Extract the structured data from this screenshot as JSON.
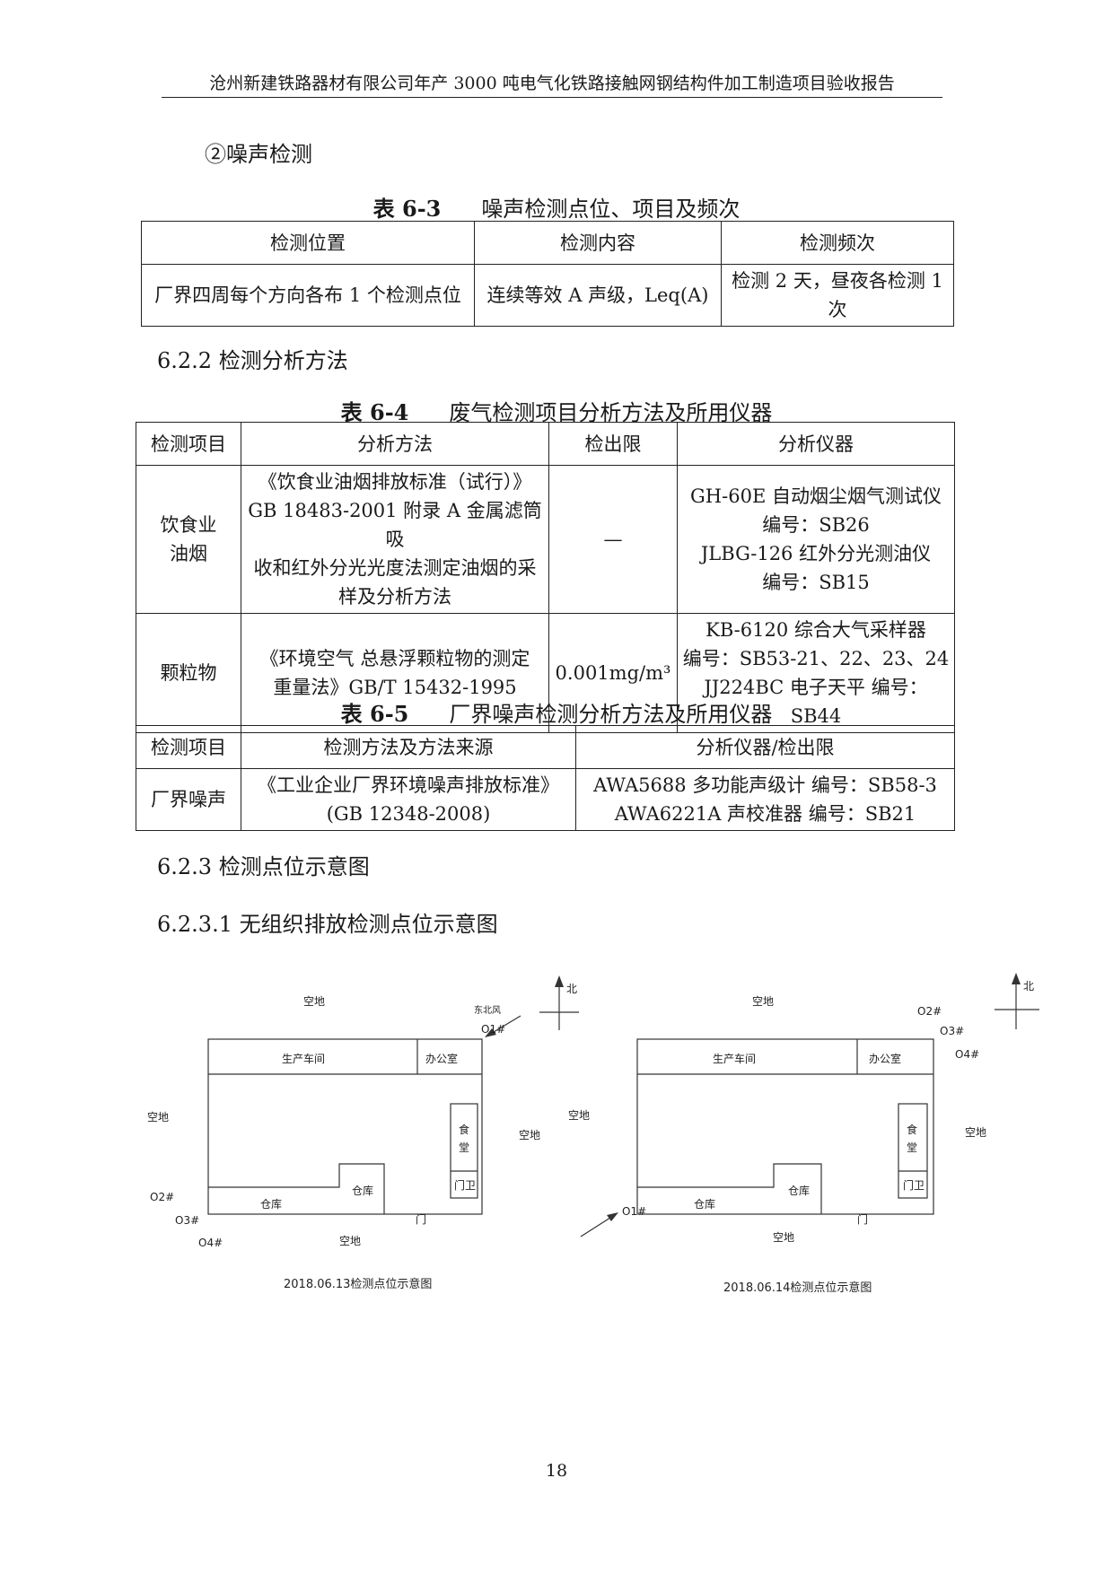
{
  "header": {
    "title": "沧州新建铁路器材有限公司年产 3000 吨电气化铁路接触网钢结构件加工制造项目验收报告"
  },
  "section_noise": {
    "title": "②噪声检测"
  },
  "table_6_3": {
    "number": "表 6-3",
    "name": "噪声检测点位、项目及频次",
    "headers": [
      "检测位置",
      "检测内容",
      "检测频次"
    ],
    "row": [
      "厂界四周每个方向各布 1 个检测点位",
      "连续等效 A 声级，Leq(A)",
      "检测 2 天，昼夜各检测 1 次"
    ]
  },
  "section_622": {
    "title": "6.2.2 检测分析方法"
  },
  "table_6_4": {
    "number": "表 6-4",
    "name": "废气检测项目分析方法及所用仪器",
    "headers": [
      "检测项目",
      "分析方法",
      "检出限",
      "分析仪器"
    ],
    "rows": [
      {
        "item": [
          "饮食业",
          "油烟"
        ],
        "method": [
          "《饮食业油烟排放标准（试行）》",
          "GB 18483-2001 附录 A 金属滤筒吸",
          "收和红外分光光度法测定油烟的采",
          "样及分析方法"
        ],
        "limit": "—",
        "instrument": [
          "GH-60E 自动烟尘烟气测试仪",
          "编号：SB26",
          "JLBG-126 红外分光测油仪",
          "编号：SB15"
        ]
      },
      {
        "item": [
          "颗粒物"
        ],
        "method": [
          "《环境空气 总悬浮颗粒物的测定",
          "重量法》GB/T 15432-1995"
        ],
        "limit": "0.001mg/m³",
        "instrument": [
          "KB-6120 综合大气采样器",
          "编号：SB53-21、22、23、24",
          "JJ224BC 电子天平 编号：SB44"
        ]
      }
    ]
  },
  "table_6_5": {
    "number": "表 6-5",
    "name": "厂界噪声检测分析方法及所用仪器",
    "headers": [
      "检测项目",
      "检测方法及方法来源",
      "分析仪器/检出限"
    ],
    "row": {
      "item": "厂界噪声",
      "method": [
        "《工业企业厂界环境噪声排放标准》",
        "(GB 12348-2008)"
      ],
      "instrument": [
        "AWA5688 多功能声级计 编号：SB58-3",
        "AWA6221A 声校准器 编号：SB21"
      ]
    }
  },
  "section_623": {
    "title": "6.2.3 检测点位示意图"
  },
  "section_6231": {
    "title": "6.2.3.1 无组织排放检测点位示意图"
  },
  "diagram_left": {
    "caption": "2018.06.13检测点位示意图",
    "open_top": "空地",
    "open_left": "空地",
    "open_right": "空地",
    "open_bottom": "空地",
    "workshop": "生产车间",
    "office": "办公室",
    "canteen_1": "食",
    "canteen_2": "堂",
    "guard": "门卫",
    "warehouse_a": "仓库",
    "warehouse_b": "仓库",
    "gate": "门",
    "wind": "东北风",
    "north": "北",
    "p1": "O1#",
    "p2": "O2#",
    "p3": "O3#",
    "p4": "O4#"
  },
  "diagram_right": {
    "caption": "2018.06.14检测点位示意图",
    "open_top": "空地",
    "open_left": "空地",
    "open_right": "空地",
    "open_bottom": "空地",
    "workshop": "生产车间",
    "office": "办公室",
    "canteen_1": "食",
    "canteen_2": "堂",
    "guard": "门卫",
    "warehouse_a": "仓库",
    "warehouse_b": "仓库",
    "gate": "门",
    "north": "北",
    "p1": "O1#",
    "p2": "O2#",
    "p3": "O3#",
    "p4": "O4#"
  },
  "page_number": "18"
}
